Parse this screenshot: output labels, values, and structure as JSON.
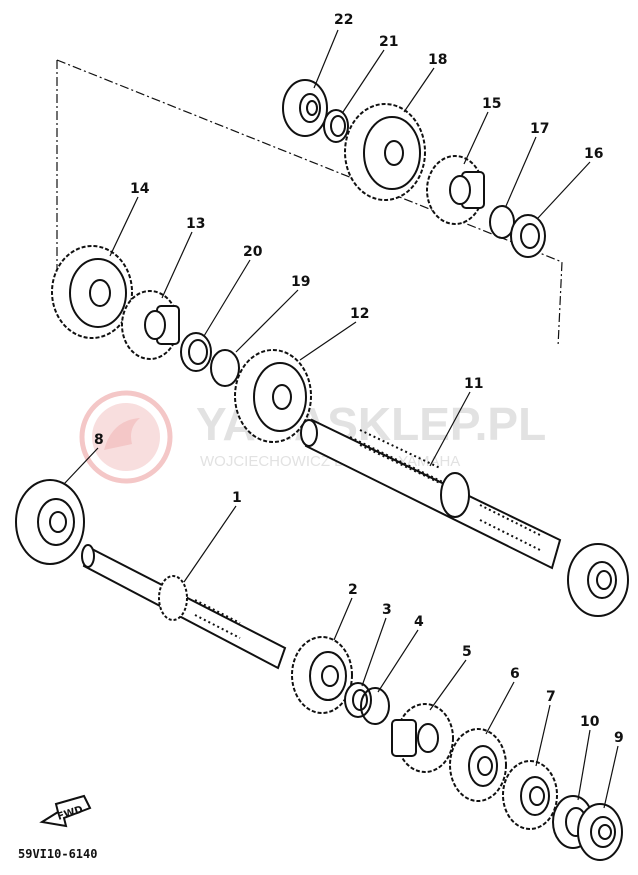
{
  "diagram_code": "59VI10-6140",
  "fwd_label": "FWD",
  "watermark": {
    "main": "YAMASKLEP.PL",
    "sub": "WOJCIECHOWICZ DEALER YAMAHA"
  },
  "callouts": [
    "1",
    "2",
    "3",
    "4",
    "5",
    "6",
    "7",
    "8",
    "9",
    "10",
    "11",
    "12",
    "13",
    "14",
    "15",
    "16",
    "17",
    "18",
    "19",
    "20",
    "21",
    "22"
  ]
}
